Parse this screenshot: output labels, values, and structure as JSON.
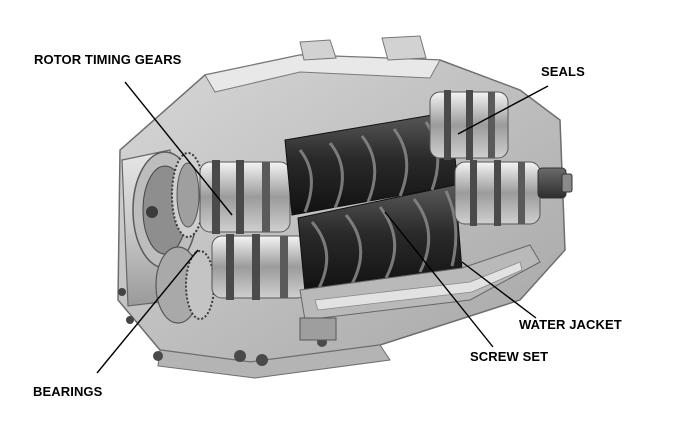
{
  "diagram": {
    "labels": {
      "rotor_timing_gears": "ROTOR TIMING GEARS",
      "seals": "SEALS",
      "water_jacket": "WATER JACKET",
      "screw_set": "SCREW SET",
      "bearings": "BEARINGS"
    },
    "colors": {
      "background": "#ffffff",
      "label_text": "#000000",
      "leader_line": "#000000",
      "casing_metal": "#c8c8c8"
    }
  }
}
